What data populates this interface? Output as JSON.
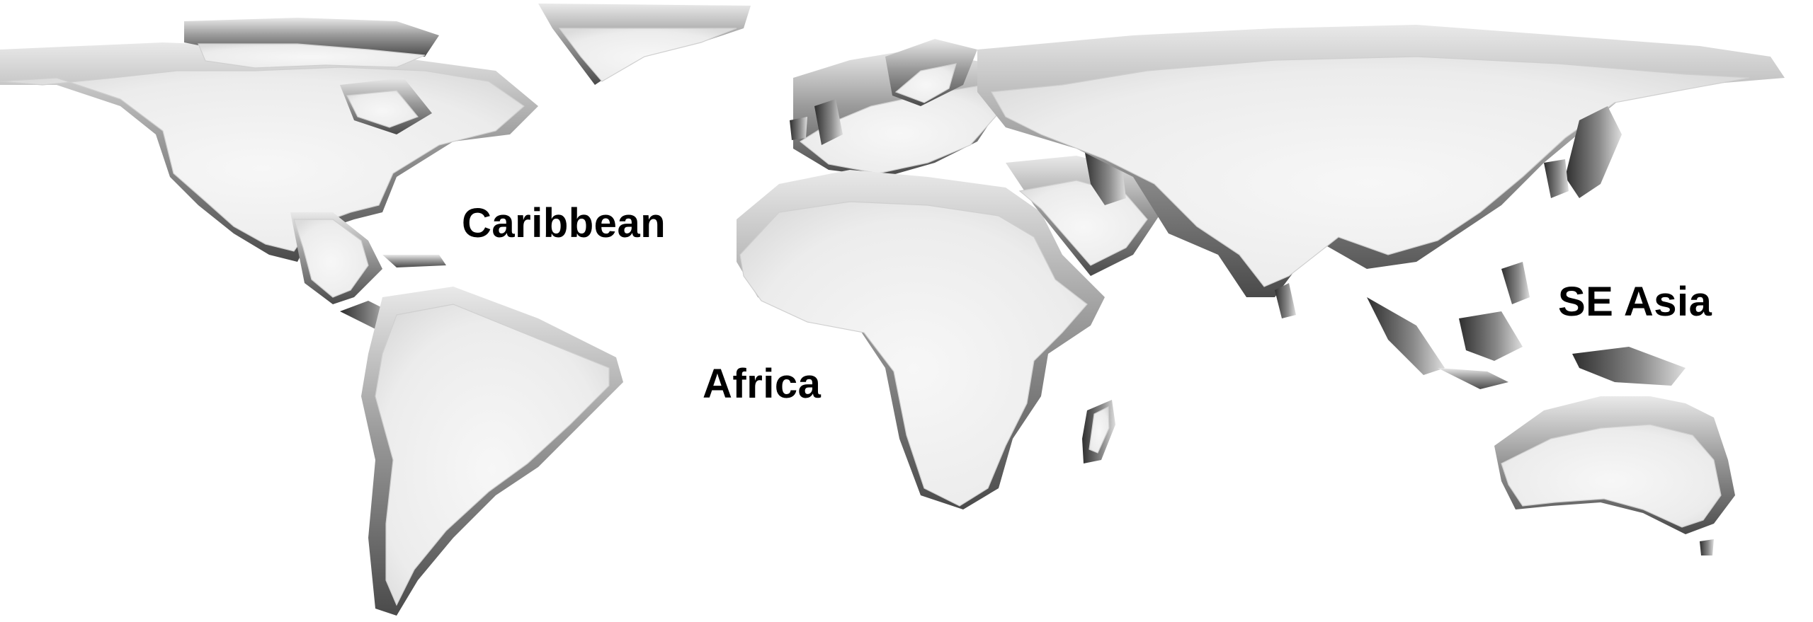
{
  "map": {
    "style": "3D extruded world map, grayscale",
    "background_color": "#ffffff",
    "land_color": "#f4f4f4",
    "cliff_shadow_color": "#3a3a3a",
    "labels": {
      "caribbean": "Caribbean",
      "africa": "Africa",
      "se_asia": "SE Asia"
    }
  }
}
